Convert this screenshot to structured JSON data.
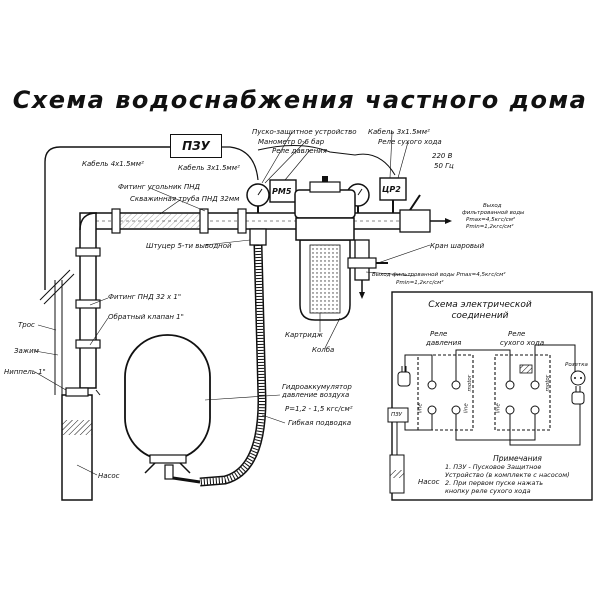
{
  "title": "Схема водоснабжения частного дома",
  "pzu_box": "ПЗУ",
  "gauge_left": "РМ5",
  "gauge_right": "ЦР2",
  "labels": {
    "pusk_zashchit": "Пуско-защитное устройство",
    "manometr": "Манометр 0-6 бар",
    "rele_davleniya": "Реле давления",
    "kabel_3x15_top": "Кабель 3х1.5мм²",
    "rele_sukhogo_khoda": "Реле сухого хода",
    "voltage": "220 В",
    "frequency": "50 Гц",
    "kabel_4x15": "Кабель 4х1.5мм²",
    "kabel_3x15": "Кабель 3х1.5мм²",
    "fiting_ugolnik": "Фитинг угольник ПНД",
    "shlangovaya": "Скважинная труба ПНД 32мм",
    "shtutser": "Штуцер 5-ти выводной",
    "vykhod_line1": "Выход",
    "vykhod_line2": "фильтрованной воды",
    "vykhod_line3": "Pmax=4,5кгс/см²",
    "vykhod_line4": "Pmin=1,2кгс/см²",
    "kran_sharovy": "Кран шаровый",
    "vykhod_bottom1": "Выход фильтрованной воды Pmax=4,5кгс/см²",
    "vykhod_bottom2": "Pmin=1,2кгс/см²",
    "fiting_pnd": "Фитинг ПНД 32 x 1\"",
    "obratny_klapan": "Обратный клапан 1\"",
    "tros": "Трос",
    "zazhim": "Зажим",
    "nippel": "Ниппель 1\"",
    "kartridzh": "Картридж",
    "kolba": "Колба",
    "gidroakk1": "Гидроаккумулятор",
    "gidroakk2": "давление воздуха",
    "gidroakk3": "P=1,2 - 1,5 кгс/см²",
    "gibkaya": "Гибкая подводка",
    "nasos_left": "Насос"
  },
  "panel": {
    "title_line1": "Схема электрической",
    "title_line2": "соединений",
    "rele_davl1": "Реле",
    "rele_davl2": "давления",
    "rele_sukh1": "Реле",
    "rele_sukh2": "сухого хода",
    "rozetka": "Розетка",
    "pzu": "ПЗУ",
    "nasos": "Насос",
    "terminal_line": "line",
    "terminal_motor": "motor"
  },
  "notes": {
    "heading": "Примечания",
    "n1a": "1. ПЗУ - Пусковое Защитное",
    "n1b": "Устройство (в комплекте с насосом)",
    "n2a": "2. При первом пуске нажать",
    "n2b": "кнопку реле сухого хода"
  }
}
